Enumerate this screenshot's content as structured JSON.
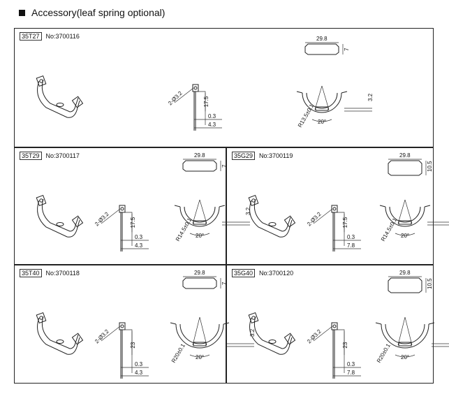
{
  "heading": "Accessory(leaf spring optional)",
  "panels": [
    {
      "code": "35T27",
      "no": "No:3700116",
      "dims": {
        "width": "29.8",
        "height": "7",
        "hole": "2-Ø3.2",
        "length": "17.5",
        "t": "0.3",
        "base": "4.3",
        "offset": "3.2",
        "radius": "R13.5±0.1",
        "angle": "20°"
      }
    },
    {
      "code": "35T29",
      "no": "No:3700117",
      "dims": {
        "width": "29.8",
        "height": "7",
        "hole": "2-Ø3.2",
        "length": "17.5",
        "t": "0.3",
        "base": "4.3",
        "offset": "3.2",
        "radius": "R14.5±0.1",
        "angle": "20°"
      }
    },
    {
      "code": "35G29",
      "no": "No:3700119",
      "dims": {
        "width": "29.8",
        "height": "10.5",
        "hole": "2-Ø3.2",
        "length": "17.5",
        "t": "0.3",
        "base": "7.8",
        "offset": "3.2",
        "radius": "R14.5±0.1",
        "angle": "20°"
      }
    },
    {
      "code": "35T40",
      "no": "No:3700118",
      "dims": {
        "width": "29.8",
        "height": "7",
        "hole": "2-Ø3.2",
        "length": "23",
        "t": "0.3",
        "base": "4.3",
        "offset": "3.2",
        "radius": "R20±0.1",
        "angle": "20°"
      }
    },
    {
      "code": "35G40",
      "no": "No:3700120",
      "dims": {
        "width": "29.8",
        "height": "10.5",
        "hole": "2-Ø3.2",
        "length": "23",
        "t": "0.3",
        "base": "7.8",
        "offset": "3.2",
        "radius": "R20±0.1",
        "angle": "20°"
      }
    }
  ]
}
